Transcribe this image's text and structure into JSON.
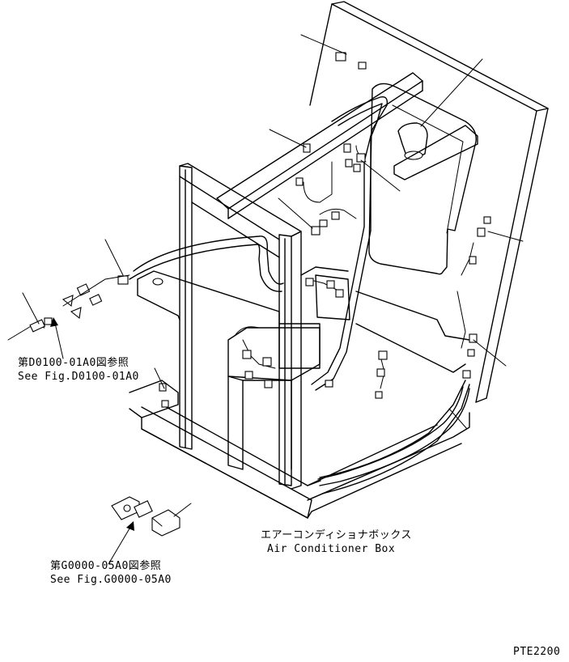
{
  "references": {
    "ref1_jp": "第D0100-01A0図参照",
    "ref1_en": "See Fig.D0100-01A0",
    "ref2_jp": "第G0000-05A0図参照",
    "ref2_en": "See Fig.G0000-05A0"
  },
  "box_label": {
    "jp": "エアーコンディショナボックス",
    "en": "Air Conditioner Box"
  },
  "drawing_code": "PTE2200"
}
